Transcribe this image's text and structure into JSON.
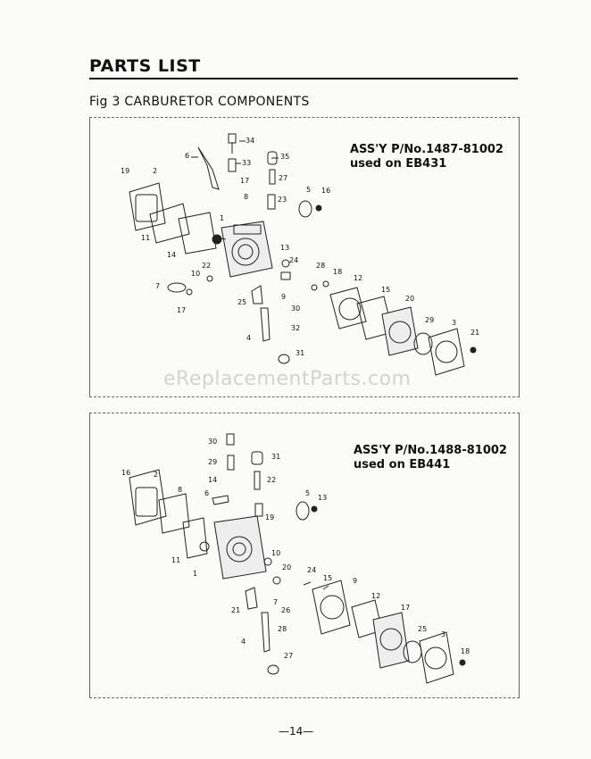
{
  "page": {
    "title": "PARTS LIST",
    "subtitle": "Fig 3 CARBURETOR COMPONENTS",
    "watermark": "eReplacementParts.com",
    "page_number": "—14—"
  },
  "figures": [
    {
      "assy_line1": "ASS'Y P/No.1487-81002",
      "assy_line2": "used on EB431",
      "labels": [
        "34",
        "6",
        "33",
        "35",
        "19",
        "2",
        "17",
        "27",
        "8",
        "23",
        "5",
        "16",
        "1",
        "11",
        "14",
        "13",
        "24",
        "22",
        "28",
        "18",
        "10",
        "12",
        "7",
        "15",
        "17",
        "9",
        "20",
        "25",
        "30",
        "29",
        "32",
        "3",
        "21",
        "4",
        "31"
      ]
    },
    {
      "assy_line1": "ASS'Y P/No.1488-81002",
      "assy_line2": "used on EB441",
      "labels": [
        "30",
        "31",
        "29",
        "16",
        "2",
        "14",
        "22",
        "8",
        "6",
        "5",
        "13",
        "19",
        "11",
        "1",
        "10",
        "20",
        "24",
        "15",
        "9",
        "7",
        "12",
        "21",
        "26",
        "17",
        "28",
        "25",
        "3",
        "4",
        "18",
        "27"
      ]
    }
  ]
}
